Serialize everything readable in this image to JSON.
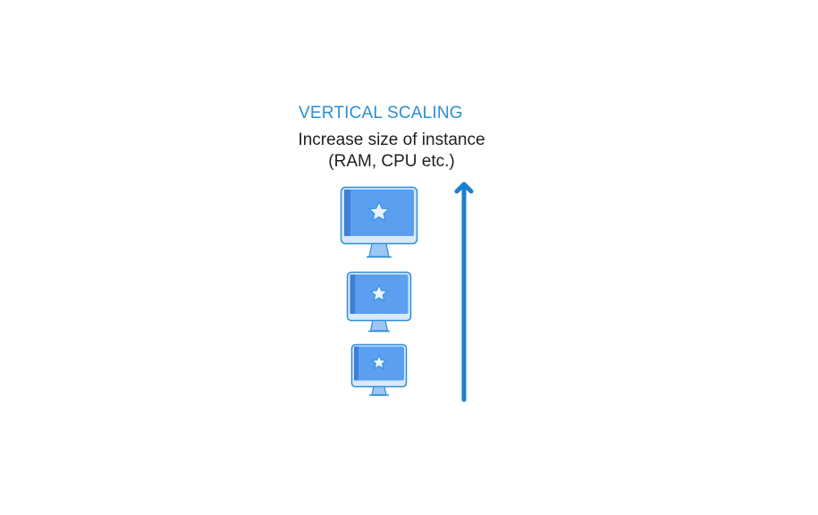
{
  "diagram": {
    "title": "VERTICAL SCALING",
    "subtitle_line1": "Increase size of instance",
    "subtitle_line2": "(RAM, CPU etc.)",
    "icons": [
      "monitor-star-icon",
      "monitor-star-icon",
      "monitor-star-icon"
    ],
    "arrow_direction": "up"
  },
  "colors": {
    "accent": "#2a8fd0",
    "arrow": "#1a7fcf",
    "screen": "#5b9ff0",
    "screen_dark": "#3d80d8",
    "bezel": "#d7e9fb",
    "outline": "#2f8fd6",
    "star": "#e9f3ff"
  }
}
